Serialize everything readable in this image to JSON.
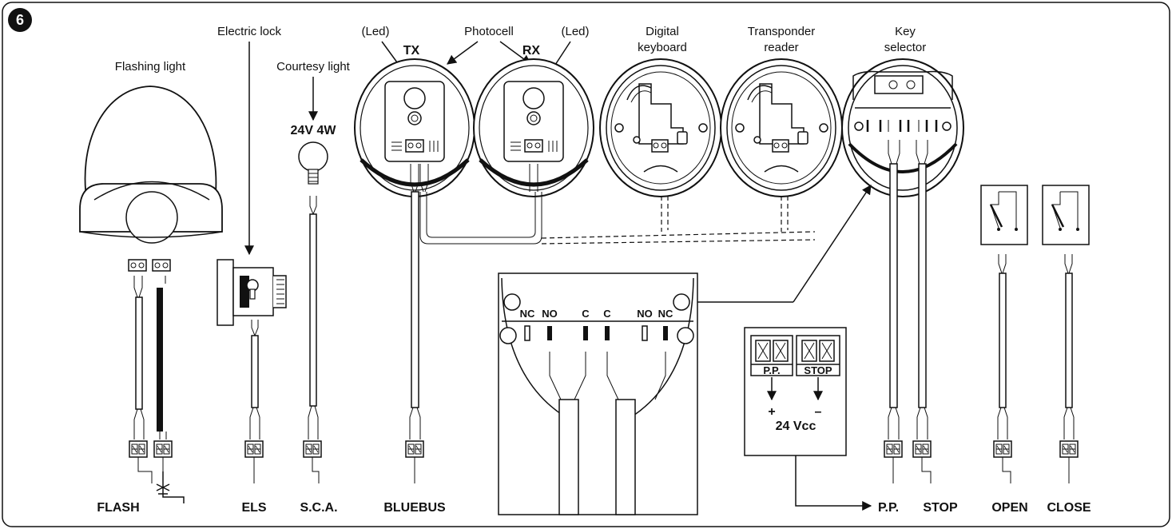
{
  "figure_number": "6",
  "devices": {
    "flashing_light": "Flashing light",
    "electric_lock": "Electric lock",
    "courtesy_light": "Courtesy light",
    "courtesy_spec": "24V 4W",
    "photocell": "Photocell",
    "tx": "TX",
    "rx": "RX",
    "led_tx": "(Led)",
    "led_rx": "(Led)",
    "keyboard_l1": "Digital",
    "keyboard_l2": "keyboard",
    "transponder_l1": "Transponder",
    "transponder_l2": "reader",
    "key_l1": "Key",
    "key_l2": "selector"
  },
  "detail": {
    "contacts": [
      "NC",
      "NO",
      "C",
      "C",
      "NO",
      "NC"
    ]
  },
  "power": {
    "pp": "P.P.",
    "stop": "STOP",
    "plus": "+",
    "minus": "–",
    "voltage": "24 Vcc"
  },
  "terminals": {
    "flash": "FLASH",
    "els": "ELS",
    "sca": "S.C.A.",
    "bluebus": "BLUEBUS",
    "pp": "P.P.",
    "stop": "STOP",
    "open": "OPEN",
    "close": "CLOSE"
  }
}
